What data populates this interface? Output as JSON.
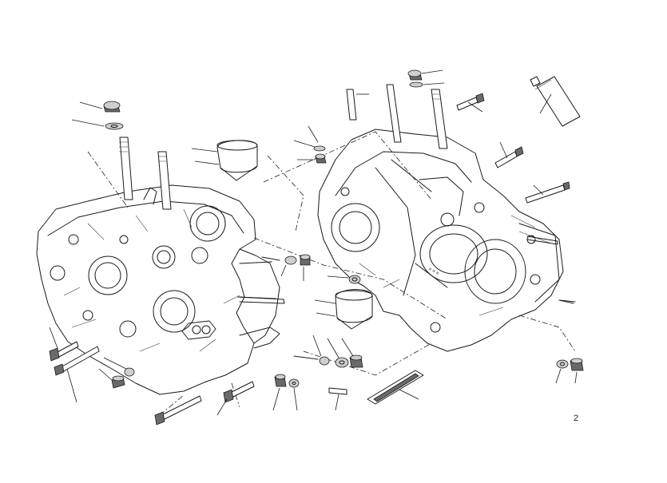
{
  "diagram": {
    "page_number": "2",
    "parts": [
      "left-crankcase-half",
      "right-crankcase-half",
      "main-bearing-left",
      "main-bearing-right",
      "stud-bolts",
      "flange-nuts",
      "washers",
      "screws",
      "oil-seal-strip",
      "sealant-tube"
    ]
  }
}
